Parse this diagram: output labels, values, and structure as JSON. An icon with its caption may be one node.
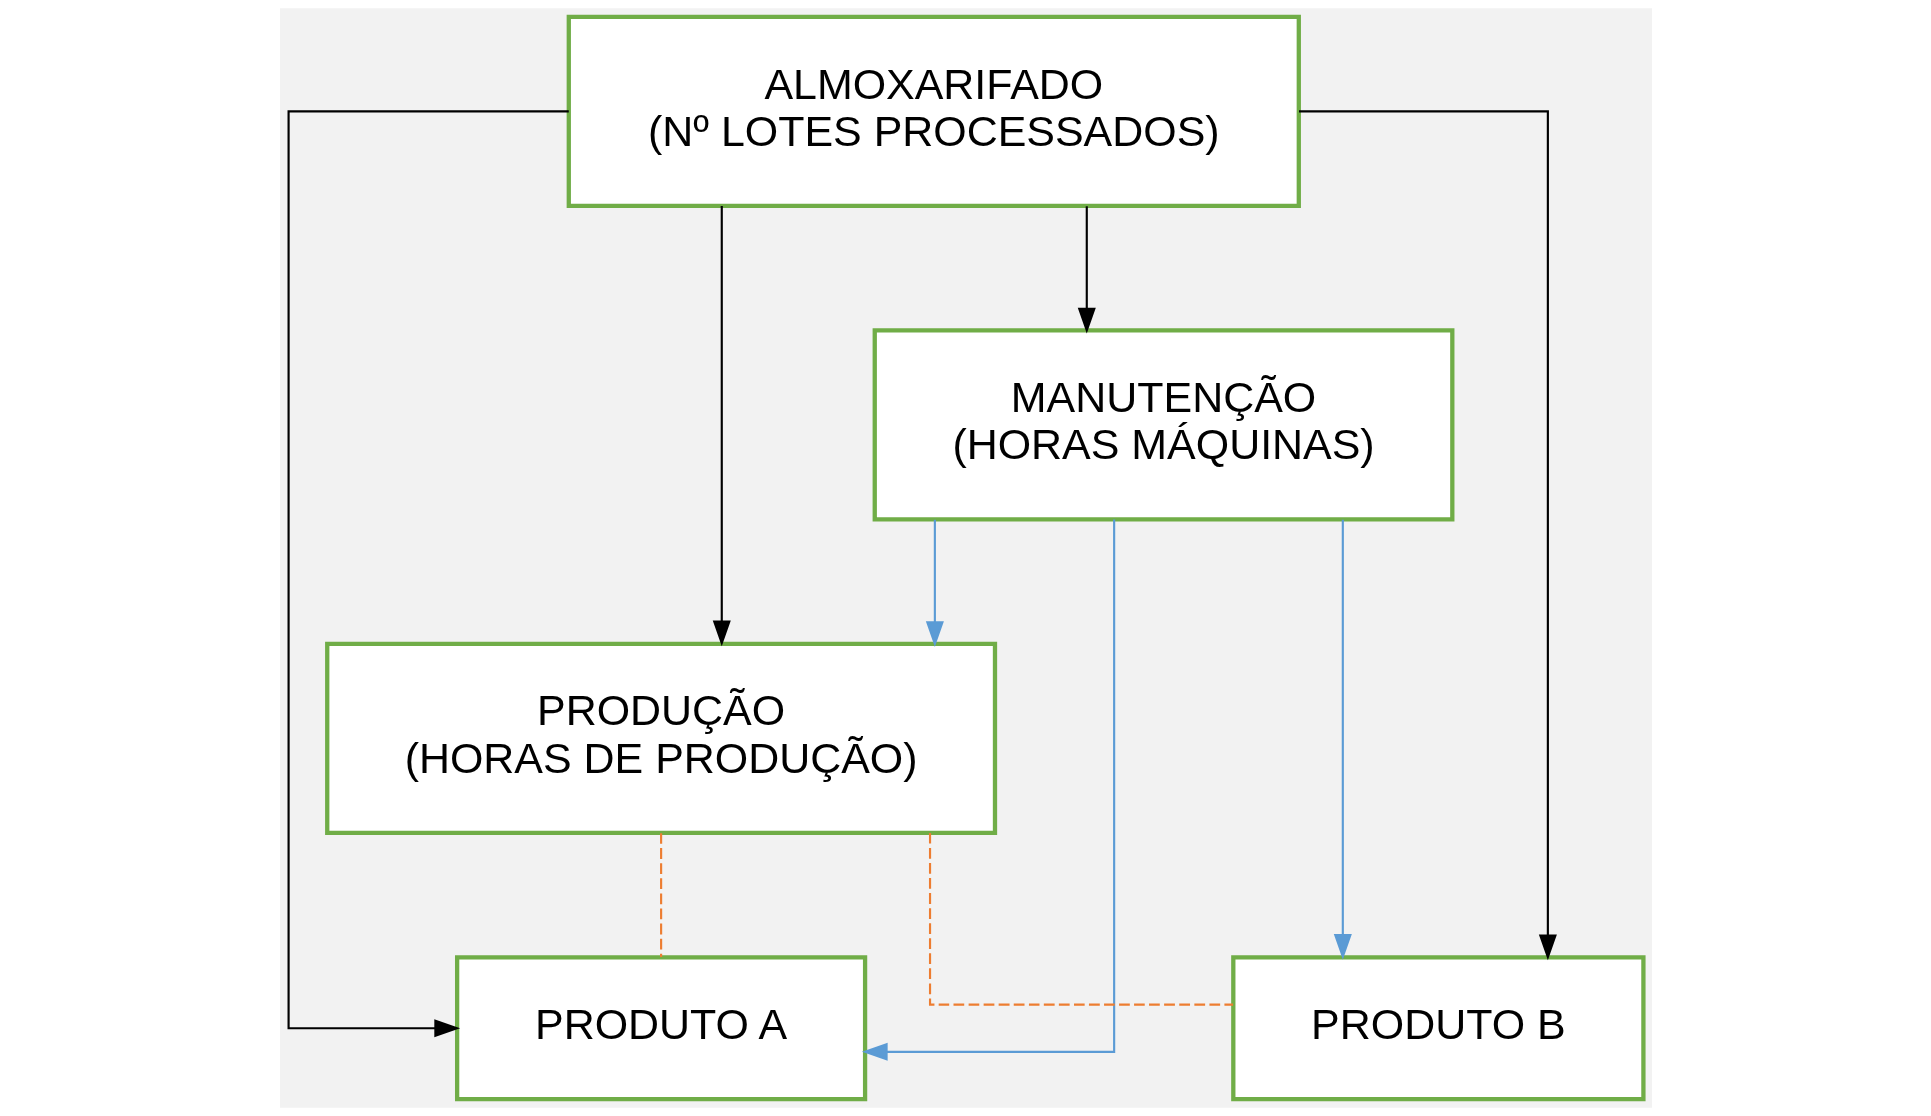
{
  "diagram": {
    "nodes": [
      {
        "text": [
          "ALMOXARIFADO",
          "(Nº LOTES PROCESSADOS)"
        ]
      },
      {
        "text": [
          "MANUTENÇÃO",
          "(HORAS MÁQUINAS)"
        ]
      },
      {
        "text": [
          "PRODUÇÃO",
          "(HORAS DE PRODUÇÃO)"
        ]
      },
      {
        "text": [
          "PRODUTO A"
        ]
      },
      {
        "text": [
          "PRODUTO B"
        ]
      }
    ],
    "edges": [
      {
        "from": 0,
        "to": 1,
        "arrow": "to"
      },
      {
        "from": 0,
        "to": 2,
        "arrow": "to"
      },
      {
        "from": 0,
        "to": 3,
        "arrow": "to"
      },
      {
        "from": 0,
        "to": 4,
        "arrow": "to"
      },
      {
        "from": 1,
        "to": 2,
        "arrow": "to",
        "color": "#5b9bd5"
      },
      {
        "from": 1,
        "to": 3,
        "arrow": "to",
        "color": "#5b9bd5"
      },
      {
        "from": 1,
        "to": 4,
        "arrow": "to",
        "color": "#5b9bd5"
      },
      {
        "from": 2,
        "to": 3,
        "arrow": "none",
        "style": "dashed",
        "color": "#ed7d31"
      },
      {
        "from": 2,
        "to": 4,
        "arrow": "none",
        "style": "dashed",
        "color": "#ed7d31"
      }
    ]
  }
}
